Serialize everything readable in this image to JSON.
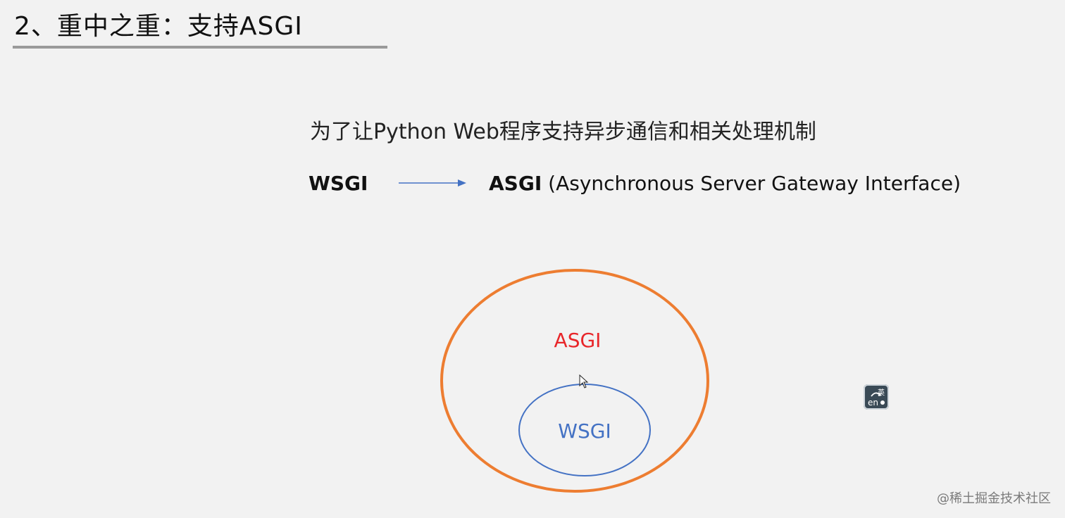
{
  "slide": {
    "title": "2、重中之重：支持ASGI",
    "subtitle": "为了让Python Web程序支持异步通信和相关处理机制",
    "from_label": "WSGI",
    "to_label": "ASGI",
    "to_description": "(Asynchronous Server Gateway Interface)"
  },
  "diagram": {
    "outer_label": "ASGI",
    "inner_label": "WSGI"
  },
  "watermark": "@稀土掘金技术社区",
  "colors": {
    "outer_ring": "#ed7d31",
    "inner_ring": "#4472c4",
    "outer_text": "#e8262a",
    "inner_text": "#4472c4",
    "arrow": "#4472c4"
  },
  "icons": {
    "ime": "ime-en-icon",
    "cursor": "cursor-icon"
  }
}
